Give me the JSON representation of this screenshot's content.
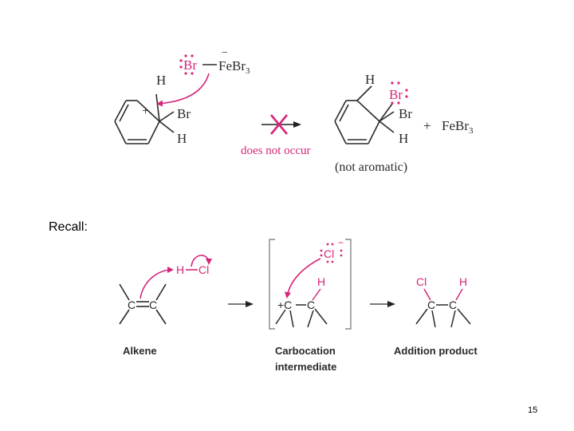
{
  "colors": {
    "accent": "#d6267a",
    "ink": "#2a2a2a"
  },
  "top_reaction": {
    "reactant": {
      "bromine_label": "Br",
      "iron_bromide_label": "FeBr",
      "iron_bromide_subscript": "3",
      "charge_minus": "−",
      "hydrogen_top": "H",
      "plus_charge": "+",
      "bromine_substituent": "Br",
      "hydrogen_bottom": "H"
    },
    "arrow_caption": "does not occur",
    "product": {
      "hydrogen_top": "H",
      "bromine_added": "Br",
      "bromine_substituent": "Br",
      "hydrogen_bottom": "H",
      "plus_sign": "+",
      "byproduct_label": "FeBr",
      "byproduct_subscript": "3",
      "note": "(not aromatic)"
    }
  },
  "recall_label": "Recall:",
  "bottom_reaction": {
    "alkene": {
      "carbon_left": "C",
      "carbon_right": "C",
      "hcl_h": "H",
      "hcl_cl": "Cl",
      "caption": "Alkene"
    },
    "carbocation": {
      "chloride_label": "Cl",
      "charge_minus": "−",
      "hydrogen": "H",
      "carbon_plus": "+C",
      "carbon_right": "C",
      "caption_line1": "Carbocation",
      "caption_line2": "intermediate"
    },
    "product": {
      "cl": "Cl",
      "h": "H",
      "carbon_left": "C",
      "carbon_right": "C",
      "caption": "Addition product"
    }
  },
  "page_number": "15"
}
